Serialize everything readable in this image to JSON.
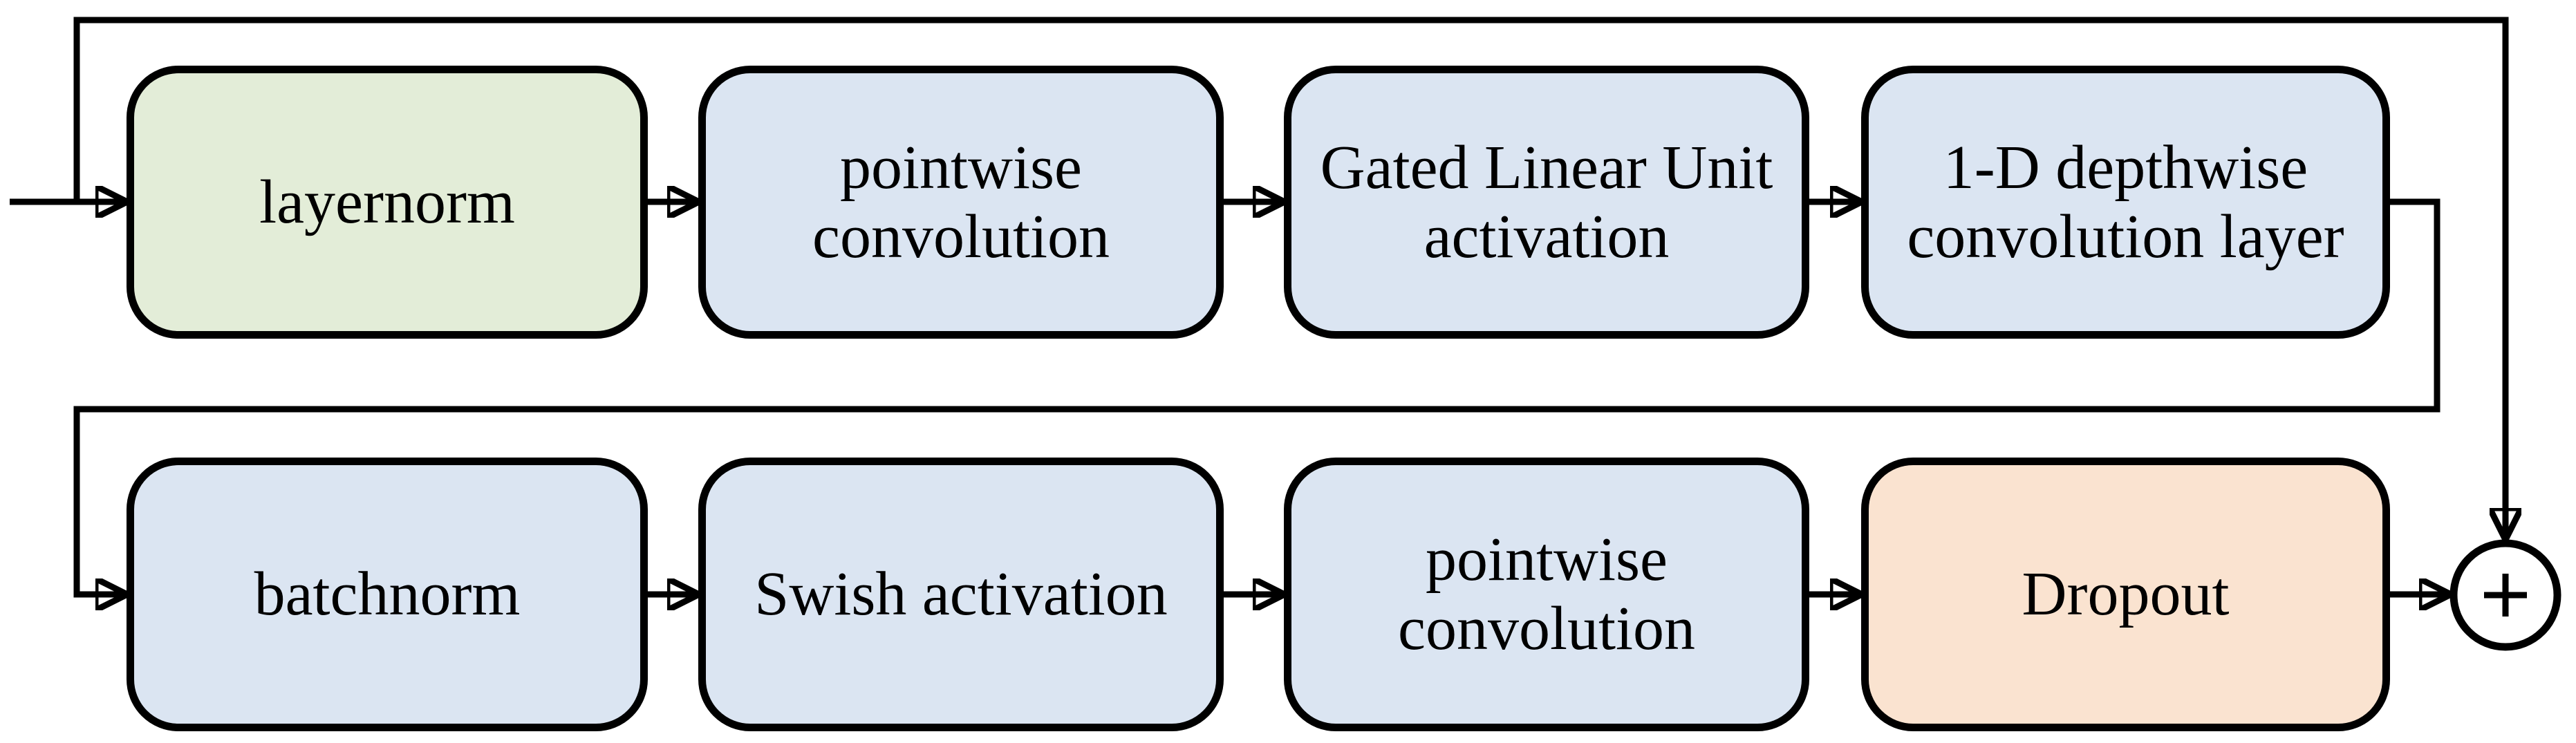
{
  "boxes": [
    {
      "id": "layernorm",
      "label": "layernorm",
      "fill": "#e3edd8"
    },
    {
      "id": "pointwise-conv-1",
      "label": "pointwise\nconvolution",
      "fill": "#dbe5f2"
    },
    {
      "id": "glu-activation",
      "label": "Gated Linear Unit\nactivation",
      "fill": "#dbe5f2"
    },
    {
      "id": "depthwise-conv",
      "label": "1-D depthwise\nconvolution layer",
      "fill": "#dbe5f2"
    },
    {
      "id": "batchnorm",
      "label": "batchnorm",
      "fill": "#dbe5f2"
    },
    {
      "id": "swish-activation",
      "label": "Swish activation",
      "fill": "#dbe5f2"
    },
    {
      "id": "pointwise-conv-2",
      "label": "pointwise\nconvolution",
      "fill": "#dbe5f2"
    },
    {
      "id": "dropout",
      "label": "Dropout",
      "fill": "#fae3d0"
    }
  ],
  "sum_node": {
    "icon": "plus-icon",
    "symbol": "+"
  },
  "colors": {
    "stroke": "#000000",
    "text": "#000000",
    "background": "#ffffff",
    "box_green": "#e3edd8",
    "box_blue": "#dbe5f2",
    "box_peach": "#fae3d0"
  },
  "flow": [
    "input -> layernorm",
    "layernorm -> pointwise convolution",
    "pointwise convolution -> Gated Linear Unit activation",
    "Gated Linear Unit activation -> 1-D depthwise convolution layer",
    "1-D depthwise convolution layer -> batchnorm",
    "batchnorm -> Swish activation",
    "Swish activation -> pointwise convolution",
    "pointwise convolution -> Dropout",
    "Dropout -> sum",
    "input -> sum (residual skip)"
  ]
}
